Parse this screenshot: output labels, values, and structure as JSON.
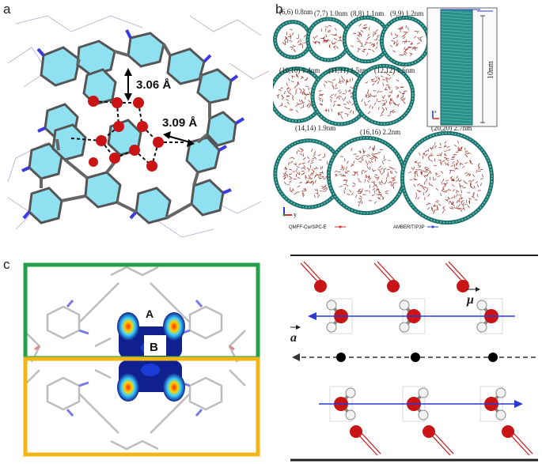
{
  "panels": {
    "a": {
      "label": "a",
      "distance_1": "3.06 Å",
      "distance_2": "3.09 Å"
    },
    "b": {
      "label": "b",
      "tubes": [
        {
          "name": "(6,6) 0.8nm",
          "diameter_nm": 0.8
        },
        {
          "name": "(7,7) 1.0nm",
          "diameter_nm": 1.0
        },
        {
          "name": "(8,8) 1.1nm",
          "diameter_nm": 1.1
        },
        {
          "name": "(9,9) 1.2nm",
          "diameter_nm": 1.2
        },
        {
          "name": "(10,10) 1.4nm",
          "diameter_nm": 1.4
        },
        {
          "name": "(11,11) 1.5nm",
          "diameter_nm": 1.5
        },
        {
          "name": "(12,12) 1.6nm",
          "diameter_nm": 1.6
        },
        {
          "name": "(14,14) 1.9nm",
          "diameter_nm": 1.9
        },
        {
          "name": "(16,16) 2.2nm",
          "diameter_nm": 2.2
        },
        {
          "name": "(20,20) 2.7nm",
          "diameter_nm": 2.7
        }
      ],
      "length_label": "10nm",
      "axis_z": "z",
      "axis_y": "y",
      "legend": [
        {
          "label": "QMFF-Cw/SPC-E",
          "color": "#d42a2a"
        },
        {
          "label": "AMBER/TIP3P",
          "color": "#2a3ad4"
        }
      ]
    },
    "c": {
      "label": "c",
      "region_a": "A",
      "region_b": "B",
      "box_top_color": "#23a04a",
      "box_bottom_color": "#f2b619",
      "vector_mu": "μ",
      "vector_a": "a"
    }
  }
}
